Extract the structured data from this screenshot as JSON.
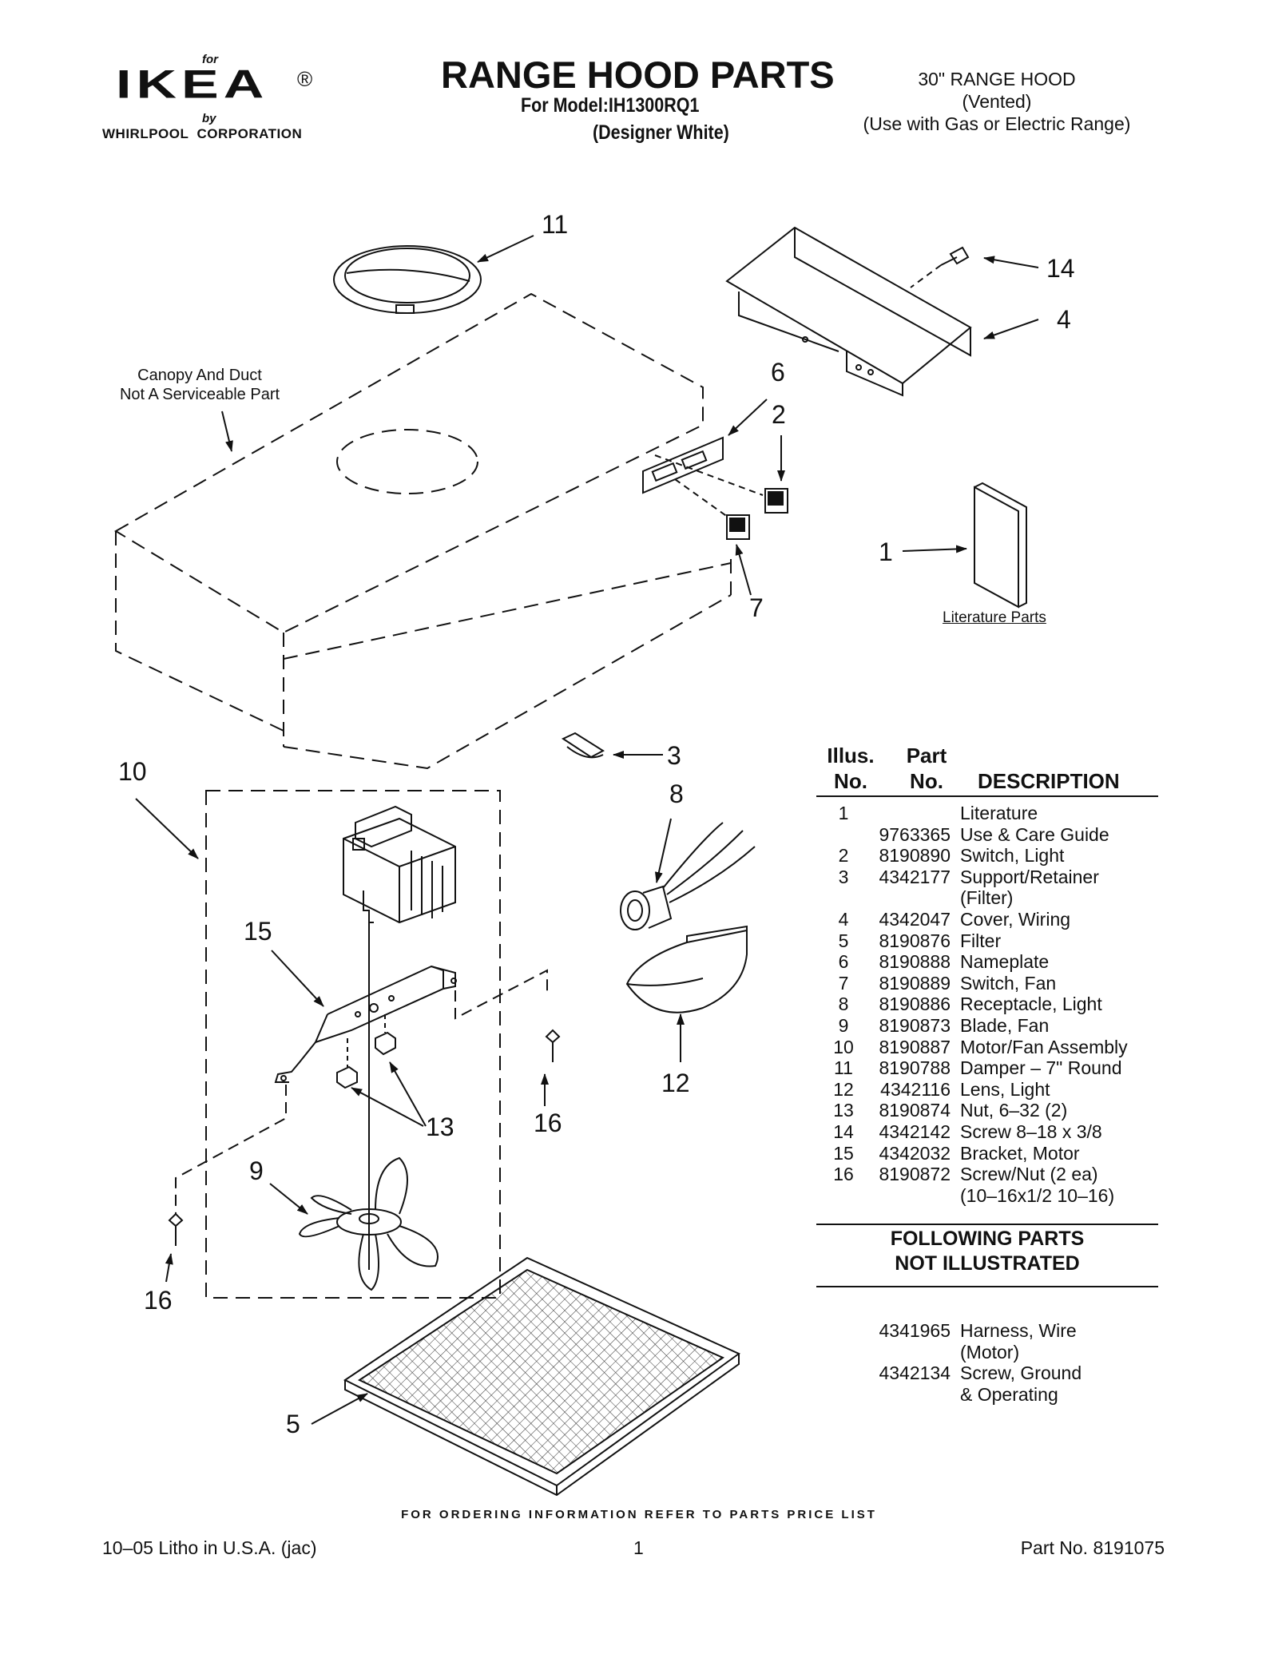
{
  "brand": {
    "for_text": "for",
    "logo_text": "IKEA",
    "registered": "®",
    "by_text": "by",
    "corporation": "WHIRLPOOL  CORPORATION"
  },
  "header": {
    "title": "RANGE HOOD PARTS",
    "model_line": "For Model:IH1300RQ1",
    "color_line": "(Designer White)",
    "hood_size": "30\" RANGE HOOD",
    "hood_type": "(Vented)",
    "hood_use": "(Use with Gas or Electric Range)"
  },
  "diagram": {
    "canopy_note_line1": "Canopy And Duct",
    "canopy_note_line2": "Not A Serviceable Part",
    "literature_label": "Literature Parts",
    "callouts": {
      "c1": "1",
      "c2": "2",
      "c3": "3",
      "c4": "4",
      "c5": "5",
      "c6": "6",
      "c7": "7",
      "c8": "8",
      "c9": "9",
      "c10": "10",
      "c11": "11",
      "c12": "12",
      "c13": "13",
      "c14": "14",
      "c15": "15",
      "c16a": "16",
      "c16b": "16"
    }
  },
  "parts_table": {
    "col_illus_line1": "Illus.",
    "col_illus_line2": "No.",
    "col_part_line1": "Part",
    "col_part_line2": "No.",
    "col_desc": "DESCRIPTION",
    "rows": [
      {
        "illus": "1",
        "part": "",
        "desc": "Literature"
      },
      {
        "illus": "",
        "part": "9763365",
        "desc": "Use & Care Guide"
      },
      {
        "illus": "2",
        "part": "8190890",
        "desc": "Switch, Light"
      },
      {
        "illus": "3",
        "part": "4342177",
        "desc": "Support/Retainer"
      },
      {
        "illus": "",
        "part": "",
        "desc": "(Filter)"
      },
      {
        "illus": "4",
        "part": "4342047",
        "desc": "Cover, Wiring"
      },
      {
        "illus": "5",
        "part": "8190876",
        "desc": "Filter"
      },
      {
        "illus": "6",
        "part": "8190888",
        "desc": "Nameplate"
      },
      {
        "illus": "7",
        "part": "8190889",
        "desc": "Switch, Fan"
      },
      {
        "illus": "8",
        "part": "8190886",
        "desc": "Receptacle, Light"
      },
      {
        "illus": "9",
        "part": "8190873",
        "desc": "Blade, Fan"
      },
      {
        "illus": "10",
        "part": "8190887",
        "desc": "Motor/Fan Assembly"
      },
      {
        "illus": "11",
        "part": "8190788",
        "desc": "Damper – 7\" Round"
      },
      {
        "illus": "12",
        "part": "4342116",
        "desc": "Lens, Light"
      },
      {
        "illus": "13",
        "part": "8190874",
        "desc": "Nut, 6–32 (2)"
      },
      {
        "illus": "14",
        "part": "4342142",
        "desc": "Screw 8–18 x 3/8"
      },
      {
        "illus": "15",
        "part": "4342032",
        "desc": "Bracket, Motor"
      },
      {
        "illus": "16",
        "part": "8190872",
        "desc": "Screw/Nut (2 ea)"
      },
      {
        "illus": "",
        "part": "",
        "desc": "(10–16x1/2 10–16)"
      }
    ]
  },
  "not_illustrated": {
    "title_line1": "FOLLOWING PARTS",
    "title_line2": "NOT ILLUSTRATED",
    "rows": [
      {
        "illus": "",
        "part": "4341965",
        "desc": "Harness, Wire"
      },
      {
        "illus": "",
        "part": "",
        "desc": "(Motor)"
      },
      {
        "illus": "",
        "part": "4342134",
        "desc": "Screw, Ground"
      },
      {
        "illus": "",
        "part": "",
        "desc": "& Operating"
      }
    ]
  },
  "footer": {
    "ordering_info": "FOR ORDERING INFORMATION REFER TO PARTS PRICE LIST",
    "litho": "10–05 Litho in U.S.A. (jac)",
    "page_number": "1",
    "part_number": "Part No. 8191075"
  }
}
